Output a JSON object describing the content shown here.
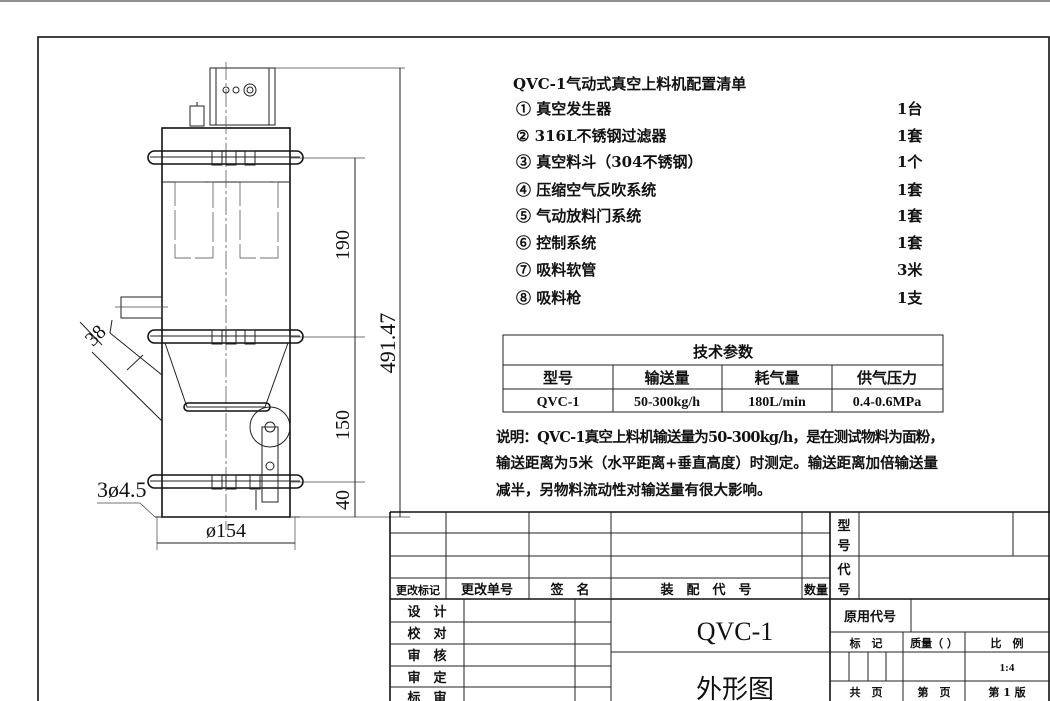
{
  "config_list": {
    "title": "QVC-1气动式真空上料机配置清单",
    "items": [
      {
        "label": "① 真空发生器",
        "qty": "1台"
      },
      {
        "label": "② 316L不锈钢过滤器",
        "qty": "1套"
      },
      {
        "label": "③ 真空料斗（304不锈钢）",
        "qty": "1个"
      },
      {
        "label": "④ 压缩空气反吹系统",
        "qty": "1套"
      },
      {
        "label": "⑤ 气动放料门系统",
        "qty": "1套"
      },
      {
        "label": "⑥ 控制系统",
        "qty": "1套"
      },
      {
        "label": "⑦ 吸料软管",
        "qty": "3米"
      },
      {
        "label": "⑧ 吸料枪",
        "qty": "1支"
      }
    ]
  },
  "tech_params": {
    "title": "技术参数",
    "headers": [
      "型号",
      "输送量",
      "耗气量",
      "供气压力"
    ],
    "row": [
      "QVC-1",
      "50-300kg/h",
      "180L/min",
      "0.4-0.6MPa"
    ]
  },
  "note": {
    "lines": [
      "说明：QVC-1真空上料机输送量为50-300kg/h，是在测试物料为面粉，",
      "输送距离为5米（水平距离+垂直高度）时测定。输送距离加倍输送量",
      "减半，另物料流动性对输送量有很大影响。"
    ]
  },
  "dimensions": {
    "height_total": "491.47",
    "upper": "190",
    "middle": "150",
    "lower": "40",
    "diameter": "ø154",
    "inlet": "38",
    "holes": "3ø4.5"
  },
  "title_block": {
    "change_mark": "更改标记",
    "change_no": "更改单号",
    "signature": "签　名",
    "assembly_code": "装　配　代　号",
    "quantity": "数量",
    "model_label": "型\n号",
    "model_label_1": "型",
    "model_label_2": "号",
    "code_label_1": "代",
    "code_label_2": "号",
    "design": "设　计",
    "check": "校　对",
    "review": "审　核",
    "approve": "审　定",
    "standard": "标　审",
    "drawing_no": "QVC-1",
    "drawing_name": "外形图",
    "orig_code": "原用代号",
    "mark": "标　记",
    "mass": "质量（ ）",
    "scale_label": "比　例",
    "scale": "1:4",
    "total_pages": "共　页",
    "page": "第　页",
    "version": "第 1 版"
  }
}
